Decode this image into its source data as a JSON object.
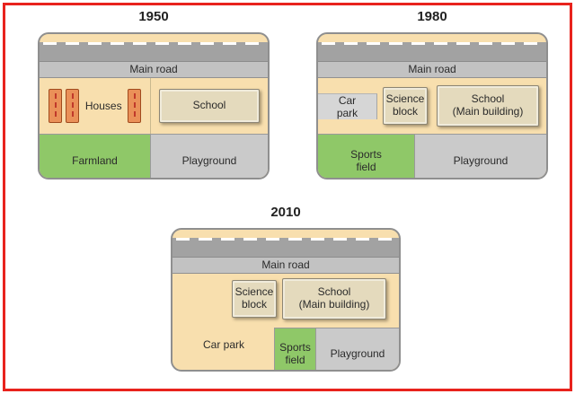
{
  "colors": {
    "frame_red": "#e8231d",
    "tan": "#f8dfae",
    "field_green": "#8fc868",
    "playground_gray": "#cacaca",
    "road_gray": "#a2a2a2",
    "building_beige": "#e4dabd",
    "house_orange": "#ea9058"
  },
  "maps": [
    {
      "year": "1950",
      "road_label": "Main road",
      "areas": {
        "houses": "Houses",
        "school": "School",
        "farmland": "Farmland",
        "playground": "Playground"
      }
    },
    {
      "year": "1980",
      "road_label": "Main road",
      "areas": {
        "car_park": "Car park",
        "science_block": "Science block",
        "school": "School\n(Main building)",
        "sports_field": "Sports field",
        "playground": "Playground"
      }
    },
    {
      "year": "2010",
      "road_label": "Main road",
      "areas": {
        "car_park": "Car park",
        "science_block": "Science block",
        "school": "School\n(Main building)",
        "sports_field": "Sports field",
        "playground": "Playground"
      }
    }
  ]
}
